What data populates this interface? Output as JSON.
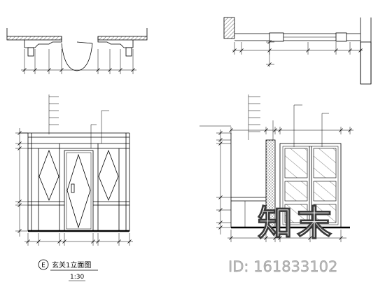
{
  "drawing": {
    "elevation_1": {
      "marker": "E",
      "title": "玄关1立面图",
      "scale": "1:30"
    }
  },
  "watermark": {
    "brand": "知末",
    "id": "ID: 161833102"
  },
  "colors": {
    "line": "#000000",
    "background": "#ffffff",
    "watermark_id": "#b8b8b8"
  }
}
